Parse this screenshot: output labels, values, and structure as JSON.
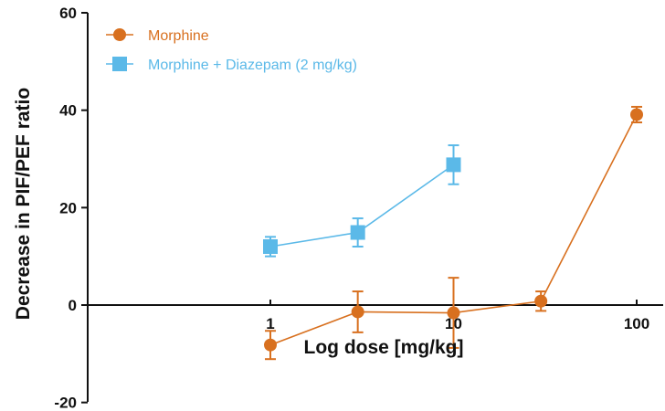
{
  "chart_data": {
    "type": "line",
    "title": "",
    "xlabel": "Log dose [mg/kg]",
    "ylabel": "Decrease in PIF/PEF ratio",
    "x_scale": "log",
    "xlim": [
      0.1,
      130
    ],
    "ylim": [
      -20,
      60
    ],
    "yticks": [
      -20,
      0,
      20,
      40,
      60
    ],
    "xticks": [
      1,
      10,
      100
    ],
    "xtick_labels": [
      "1",
      "10",
      "100"
    ],
    "ytick_labels": [
      "-20",
      "0",
      "20",
      "40",
      "60"
    ],
    "legend_position": "top-left",
    "series": [
      {
        "name": "Morphine",
        "color": "#d8701f",
        "marker": "circle",
        "x": [
          1,
          3,
          10,
          30,
          100
        ],
        "y": [
          -8.2,
          -1.4,
          -1.6,
          0.8,
          39.1
        ],
        "err": [
          2.9,
          4.2,
          7.2,
          2.0,
          1.6
        ]
      },
      {
        "name": "Morphine + Diazepam (2 mg/kg)",
        "color": "#5bb9e8",
        "marker": "square",
        "x": [
          1,
          3,
          10
        ],
        "y": [
          12.0,
          14.9,
          28.8
        ],
        "err": [
          2.0,
          2.9,
          4.0
        ]
      }
    ]
  }
}
